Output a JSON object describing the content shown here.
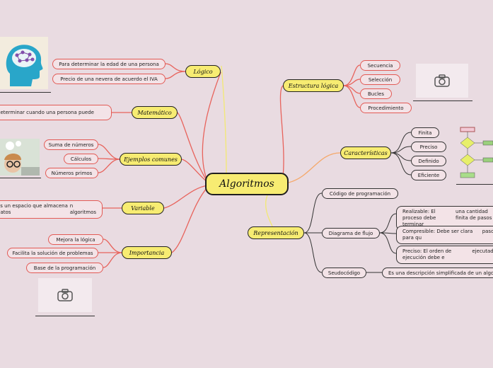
{
  "central": "Algoritmos",
  "logico": {
    "title": "Lógico",
    "items": [
      "Para determinar la edad de una persona",
      "Precio de una nevera de acuerdo el IVA"
    ]
  },
  "matematico": {
    "title": "Matemático",
    "items": [
      "determinar cuando una persona puede"
    ]
  },
  "ejemplos": {
    "title": "Ejemplos comunes",
    "items": [
      "Suma de números",
      "Cálculos",
      "Números primos"
    ]
  },
  "variable": {
    "title": "Variable",
    "lines": [
      "es un espacio que almacena datos",
      "n algoritmos"
    ]
  },
  "importancia": {
    "title": "Importancia",
    "items": [
      "Mejora la lógica",
      "Facilita la solución de problemas",
      "Base de la programación"
    ]
  },
  "estructura": {
    "title": "Estructura lógica",
    "items": [
      "Secuencia",
      "Selección",
      "Bucles",
      "Procedimiento"
    ]
  },
  "caracteristicas": {
    "title": "Características",
    "items": [
      "Finita",
      "Preciso",
      "Definido",
      "Eficiente"
    ]
  },
  "representacion": {
    "title": "Representación",
    "codigo": "Código de programación",
    "diagrama": {
      "title": "Diagrama de flujo",
      "items": [
        {
          "l1": "Realizable: El proceso debe terminar",
          "l2": "una cantidad finita de pasos"
        },
        {
          "l1": "Compresible: Debe ser clara para qu",
          "l2": "pasos"
        },
        {
          "l1": "Preciso: El orden de ejecución debe e",
          "l2": "ejecutado"
        }
      ]
    },
    "seudocodigo": {
      "title": "Seudocódigo",
      "desc": "Es una descripción simplificada de un algori"
    }
  },
  "colors": {
    "background": "#e9dbe1",
    "main_node": "#f7ec72",
    "red_links": "#e8635c",
    "orange_link": "#f5a86a",
    "yellow_link": "#f2e87a"
  },
  "icons": [
    "brain-head-icon",
    "camera-icon",
    "person-thinking-icon",
    "flowchart-thumbnail"
  ]
}
